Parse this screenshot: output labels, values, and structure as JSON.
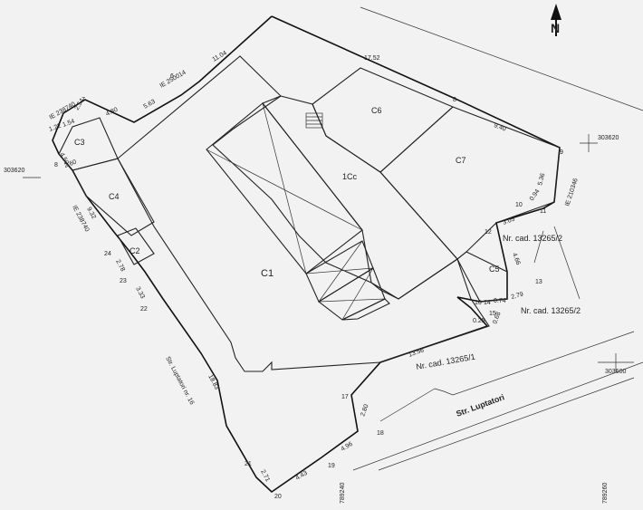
{
  "north": {
    "label": "N"
  },
  "buildings": {
    "c1": "C1",
    "c2": "C2",
    "c3": "C3",
    "c4": "C4",
    "c5": "C5",
    "c6": "C6",
    "c7": "C7",
    "cc": "1Cc"
  },
  "grid": {
    "g303620_left": "303620",
    "g303620_right": "303620",
    "g303600": "303600",
    "g789240": "789240",
    "g789260": "789260"
  },
  "ie": {
    "ie250014": "IE 250014",
    "ie238740": "IE 238740",
    "ie238740b": "IE 238740",
    "ie210346": "IE 210346"
  },
  "cadastre": {
    "cad1": "Nr. cad. 13265/2",
    "cad2": "Nr. cad. 13265/2",
    "cad3": "Nr. cad. 13265/1"
  },
  "streets": {
    "lupt": "Str. Luptatori",
    "lupt16": "Str. Luptatori nr. 16"
  },
  "points": {
    "p8": "8",
    "p9": "9",
    "p10": "10",
    "p11": "11",
    "p12": "12",
    "p13": "13",
    "p14": "14",
    "p15": "15",
    "p16": "16",
    "p17": "17",
    "p18": "18",
    "p19": "19",
    "p20": "20",
    "p21": "21",
    "p22": "22",
    "p23": "23",
    "p24": "24",
    "p6": "6",
    "p7": "7",
    "p8b": "8"
  },
  "dims": {
    "d1104": "11.04",
    "d1752": "17.52",
    "d940": "9.40",
    "d536": "5.36",
    "d094": "0.94",
    "d305": "3.05",
    "d466": "4.66",
    "d279": "2.79",
    "d074": "0.74",
    "d068": "0.68",
    "d025": "0.25",
    "d1356": "13.56",
    "d280": "2.80",
    "d496": "4.96",
    "d443": "4.43",
    "d271": "2.71",
    "d1883": "18.83",
    "d333": "3.33",
    "d278": "2.78",
    "d932": "9.32",
    "d480": "4.80",
    "d563": "5.63",
    "d254": "2.54",
    "d154": "1.54",
    "d122": "1.22",
    "d450": "4.50",
    "d260": "2.60"
  }
}
